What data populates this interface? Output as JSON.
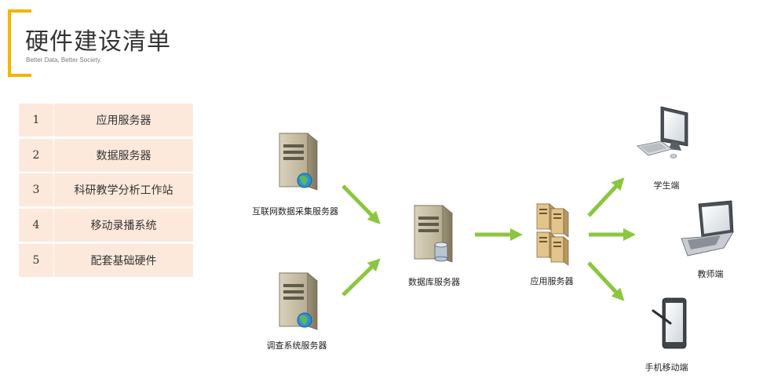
{
  "header": {
    "title": "硬件建设清单",
    "subtitle": "Better Data, Better Society."
  },
  "list": {
    "items": [
      {
        "num": "1",
        "label": "应用服务器"
      },
      {
        "num": "2",
        "label": "数据服务器"
      },
      {
        "num": "3",
        "label": "科研教学分析工作站"
      },
      {
        "num": "4",
        "label": "移动录播系统"
      },
      {
        "num": "5",
        "label": "配套基础硬件"
      }
    ]
  },
  "diagram": {
    "nodes": {
      "internet_server": "互联网数据采集服务器",
      "survey_server": "调查系统服务器",
      "db_server": "数据库服务器",
      "app_server": "应用服务器",
      "student": "学生端",
      "teacher": "教师端",
      "mobile": "手机移动端"
    },
    "colors": {
      "arrow": "#8cc63f",
      "accent": "#f5b400",
      "list_bg": "#fde9dc"
    }
  }
}
